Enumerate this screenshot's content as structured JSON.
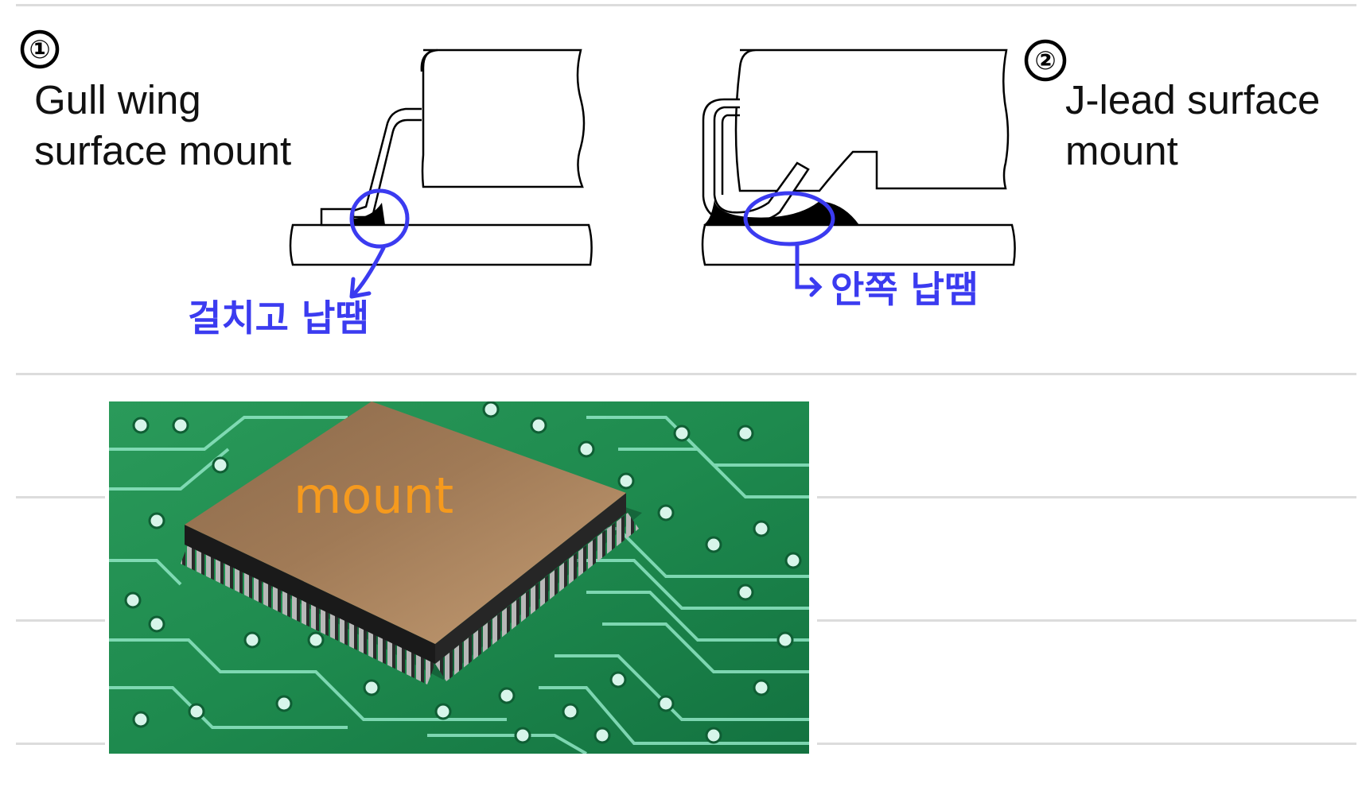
{
  "markers": {
    "first": "①",
    "second": "②"
  },
  "gull_wing": {
    "label": "Gull wing\nsurface mount",
    "note": "걸치고 납땜"
  },
  "j_lead": {
    "label": "J-lead surface\nmount",
    "note": "안쪽 납땜"
  },
  "photo": {
    "annotation": "mount"
  },
  "colors": {
    "annotation_blue": "#3b3bf0",
    "annotation_orange": "#f59a1e",
    "pcb_green": "#1e8a4e",
    "chip_top": "#a07a56"
  }
}
